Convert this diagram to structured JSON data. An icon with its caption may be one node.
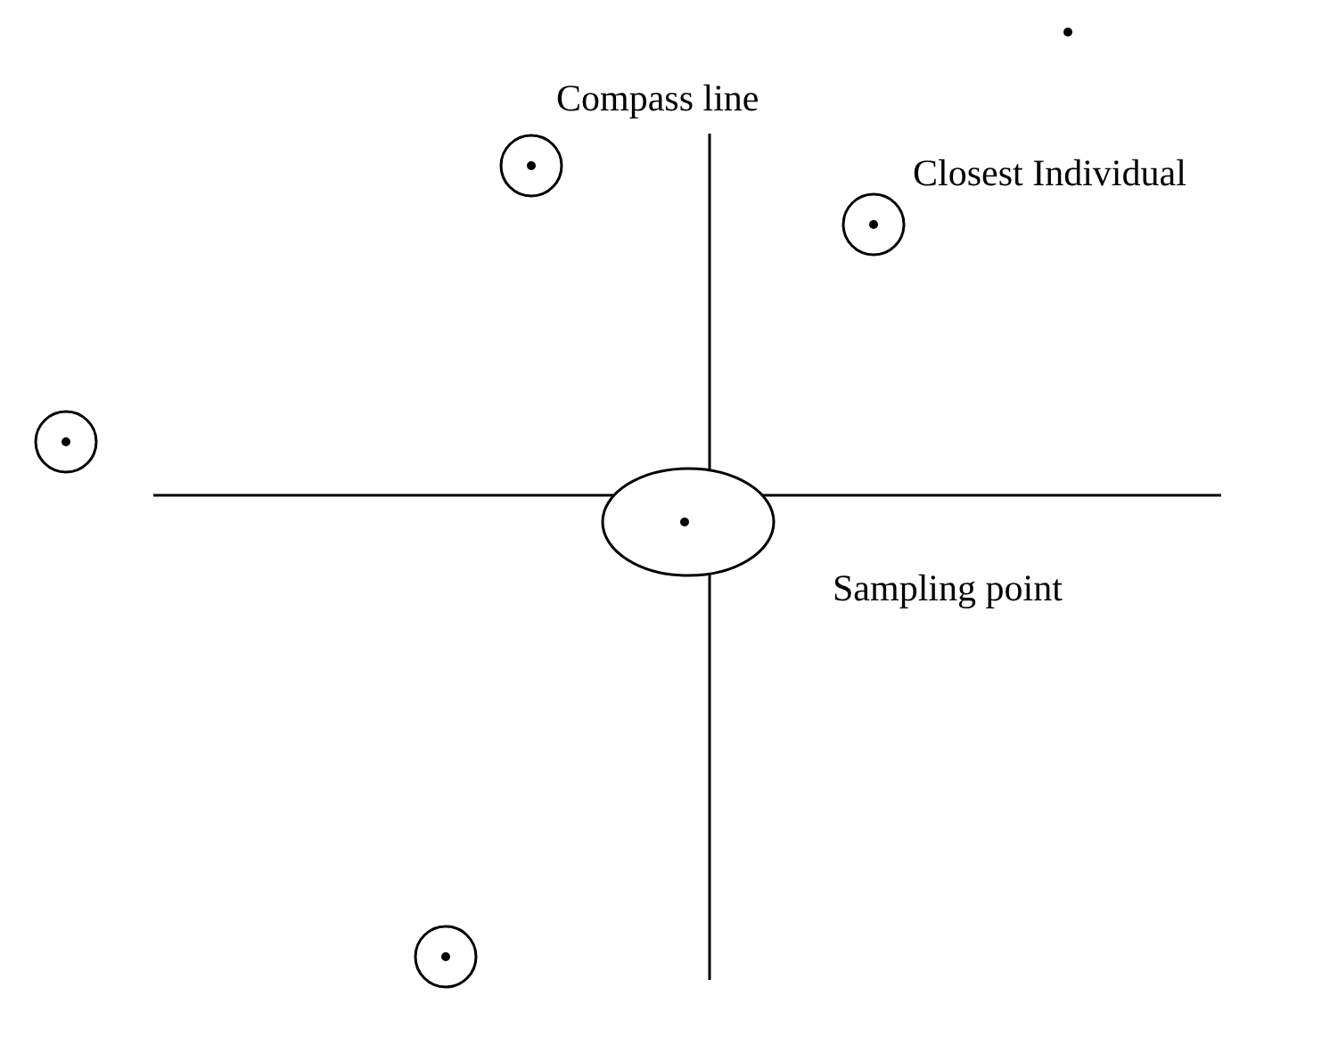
{
  "diagram": {
    "labels": [
      "Compass line",
      "Closest Individual",
      "Sampling point"
    ]
  }
}
